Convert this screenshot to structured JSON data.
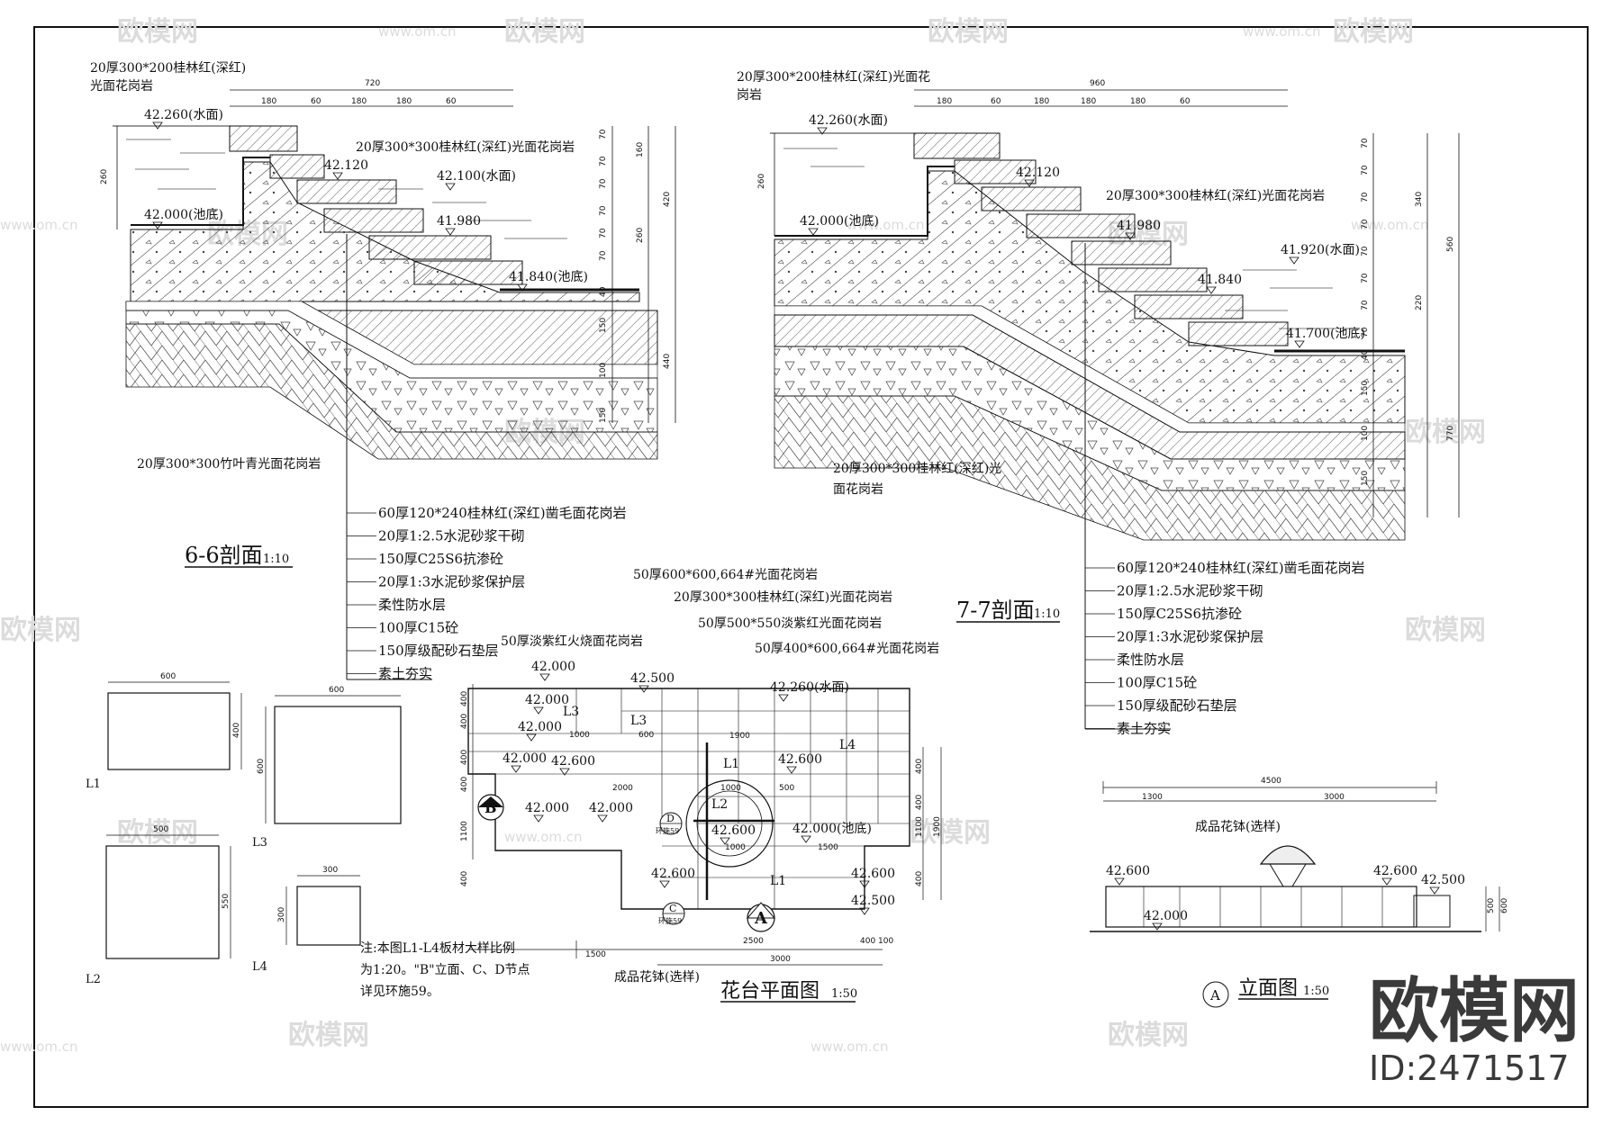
{
  "watermark": {
    "text": "欧模网",
    "url": "www.om.cn"
  },
  "brand": {
    "logo_text": "欧模网",
    "id_text": "ID:2471517"
  },
  "section6": {
    "title": "6-6剖面",
    "scale": "1:10",
    "top_note": [
      "20厚300*200桂林红(深红)",
      "光面花岗岩"
    ],
    "slope_note": "20厚300*300桂林红(深红)光面花岗岩",
    "bottom_note": "20厚300*300竹叶青光面花岗岩",
    "levels": [
      "42.260(水面)",
      "42.120",
      "42.100(水面)",
      "42.000(池底)",
      "41.980",
      "41.840(池底)"
    ],
    "top_dims": [
      "720",
      "180",
      "60",
      "180",
      "180",
      "60"
    ],
    "left_dims": [
      "260"
    ],
    "right_dims_a": [
      "70",
      "70",
      "70",
      "70",
      "70",
      "70",
      "40",
      "150",
      "100",
      "150"
    ],
    "right_dims_b": [
      "160",
      "260",
      "420",
      "440"
    ],
    "layers": [
      "60厚120*240桂林红(深红)凿毛面花岗岩",
      "20厚1:2.5水泥砂浆干砌",
      "150厚C25S6抗渗砼",
      "20厚1:3水泥砂浆保护层",
      "柔性防水层",
      "100厚C15砼",
      "150厚级配砂石垫层",
      "素土夯实"
    ]
  },
  "section7": {
    "title": "7-7剖面",
    "scale": "1:10",
    "top_note": [
      "20厚300*200桂林红(深红)光面花",
      "岗岩"
    ],
    "slope_note": "20厚300*300桂林红(深红)光面花岗岩",
    "bottom_note": [
      "20厚300*300桂林红(深红)光",
      "面花岗岩"
    ],
    "levels": [
      "42.260(水面)",
      "42.120",
      "42.000(池底)",
      "41.980",
      "41.920(水面)",
      "41.840",
      "41.700(池底)"
    ],
    "top_dims": [
      "960",
      "180",
      "60",
      "180",
      "180",
      "180",
      "60"
    ],
    "left_dims": [
      "260"
    ],
    "right_dims_a": [
      "70",
      "70",
      "70",
      "70",
      "70",
      "70",
      "70",
      "70",
      "40",
      "150",
      "100",
      "150"
    ],
    "right_dims_b": [
      "340",
      "220",
      "560",
      "770"
    ],
    "layers": [
      "60厚120*240桂林红(深红)凿毛面花岗岩",
      "20厚1:2.5水泥砂浆干砌",
      "150厚C25S6抗渗砼",
      "20厚1:3水泥砂浆保护层",
      "柔性防水层",
      "100厚C15砼",
      "150厚级配砂石垫层",
      "素土夯实"
    ]
  },
  "plan": {
    "title": "花台平面图",
    "scale": "1:50",
    "notes": [
      "50厚600*600,664#光面花岗岩",
      "20厚300*300桂林红(深红)光面花岗岩",
      "50厚500*550淡紫红光面花岗岩",
      "50厚400*600,664#光面花岗岩",
      "50厚淡紫红火烧面花岗岩"
    ],
    "levels": [
      "42.000",
      "42.500",
      "42.260(水面)",
      "42.000",
      "42.000",
      "42.000",
      "42.600",
      "42.600",
      "42.000",
      "42.000",
      "42.600",
      "42.000(池底)",
      "42.600",
      "42.600",
      "42.500"
    ],
    "tags": [
      "L3",
      "L3",
      "L4",
      "L1",
      "L2",
      "L1"
    ],
    "inner_dims": [
      "1000",
      "600",
      "1900",
      "2000",
      "1000",
      "500",
      "1000",
      "1500"
    ],
    "left_dims": [
      "400",
      "400",
      "400",
      "400",
      "1100",
      "400"
    ],
    "right_dims": [
      "400",
      "400",
      "1100",
      "1900",
      "400"
    ],
    "bottom_dims": [
      "1500",
      "2500",
      "400",
      "100",
      "3000"
    ],
    "callout_b": "B",
    "callout_a": "A",
    "callout_d": {
      "letter": "D",
      "ref": "环施59"
    },
    "callout_c": {
      "letter": "C",
      "ref": "环施59"
    },
    "pot_label": "成品花钵(选样)",
    "note": [
      "注:本图L1-L4板材大样比例",
      "为1:20。\"B\"立面、C、D节点",
      "详见环施59。"
    ]
  },
  "slabs": {
    "L1": {
      "label": "L1",
      "w": "600",
      "h": "400"
    },
    "L3": {
      "label": "L3",
      "w": "600",
      "h": "600"
    },
    "L2": {
      "label": "L2",
      "w": "500",
      "h": "550"
    },
    "L4": {
      "label": "L4",
      "w": "300",
      "h": "300"
    }
  },
  "elevation": {
    "title": "立面图",
    "scale": "1:50",
    "marker": "A",
    "pot_label": "成品花钵(选样)",
    "dims": [
      "4500",
      "1300",
      "3000",
      "500",
      "600"
    ],
    "levels": [
      "42.600",
      "42.000",
      "42.600",
      "42.500"
    ]
  }
}
